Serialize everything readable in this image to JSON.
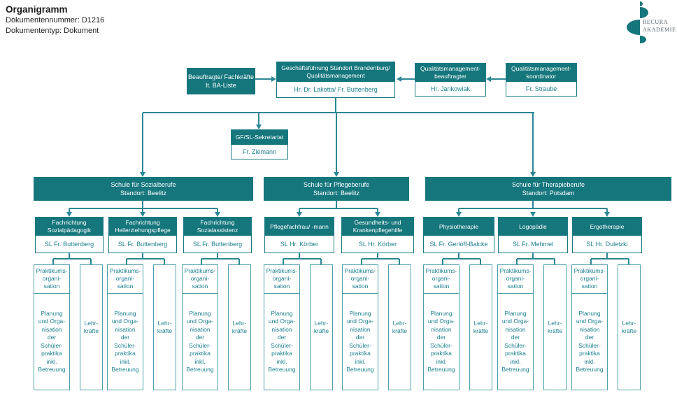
{
  "document": {
    "title": "Organigramm",
    "number": "Dokumentennummer: D1216",
    "type": "Dokumententyp: Dokument"
  },
  "logo": {
    "line1": "RECURA",
    "line2": "AKADEMIE"
  },
  "colors": {
    "teal": "#15767C",
    "line": "#2B8794",
    "box_border": "#1B7A85",
    "light_border": "#4D9FAD",
    "teal_text": "#1A7F8E",
    "logo_text": "#4A5A60"
  },
  "top": {
    "beauftragte": "Beauftragte/ Fachkräfte\nlt. BA-Liste",
    "gf_title": "Geschäftsführung Standort Brandenburg/\nQualitätsmanagement",
    "gf_name": "Hr. Dr. Lakotta/ Fr. Buttenberg",
    "qmb_title": "Qualitätsmanagement-\nbeauftragter",
    "qmb_name": "Hr. Jankowiak",
    "qmk_title": "Qualitätsmanagement-\nkoordinator",
    "qmk_name": "Fr. Straube",
    "sek_title": "GF/SL-Sekretariat",
    "sek_name": "Fr. Ziemann"
  },
  "schools": [
    {
      "title": "Schule für Sozialberufe",
      "location": "Standort: Beelitz",
      "departments": [
        {
          "title": "Fachrichtung\nSozialpädagogik",
          "leader": "SL Fr. Buttenberg"
        },
        {
          "title": "Fachrichtung\nHeilerziehungspflege",
          "leader": "SL Fr. Buttenberg"
        },
        {
          "title": "Fachrichtung\nSozialassistenz",
          "leader": "SL Fr. Buttenberg"
        }
      ]
    },
    {
      "title": "Schule für Pflegeberufe",
      "location": "Standort: Beelitz",
      "departments": [
        {
          "title": "Pflegefachfrau/ -mann",
          "leader": "SL Hr. Körber"
        },
        {
          "title": "Gesundheits- und\nKrankenpflegehilfe",
          "leader": "SL Hr. Körber"
        }
      ]
    },
    {
      "title": "Schule für Therapieberufe",
      "location": "Standort: Potsdam",
      "departments": [
        {
          "title": "Physiotherapie",
          "leader": "SL Fr. Gerloff-Balcke"
        },
        {
          "title": "Logopädie",
          "leader": "SL Fr. Mehmel"
        },
        {
          "title": "Ergotherapie",
          "leader": "SL Hr. Duletzki"
        }
      ]
    }
  ],
  "unit": {
    "praktikums_header": "Praktikums-\norgani-\nsation",
    "praktikums_body": "Planung\nund Orga-\nnisation\nder\nSchüler-\npraktika\ninkl.\nBetreuung",
    "lehrkraefte": "Lehr-\nkräfte"
  }
}
